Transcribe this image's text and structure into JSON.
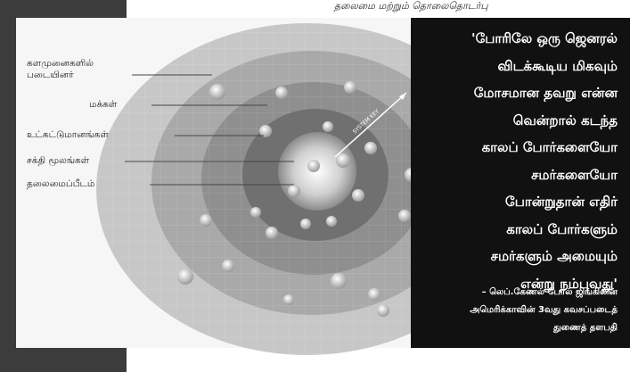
{
  "header": {
    "caption": "தலைமை மற்றும் தொலைதொடர்பு"
  },
  "diagram": {
    "labels": [
      {
        "key": "fielded_forces",
        "lines": [
          "களமுனைகளில்",
          "படையினர்"
        ]
      },
      {
        "key": "population",
        "lines": [
          "மக்கள்"
        ]
      },
      {
        "key": "infrastructure",
        "lines": [
          "உட்கட்டுமானங்கள்"
        ]
      },
      {
        "key": "system_essentials",
        "lines": [
          "சக்தி மூலங்கள்"
        ]
      },
      {
        "key": "leadership",
        "lines": [
          "தலைமைப்பீடம்"
        ]
      }
    ],
    "arrow_label": "SYSTEM KEY"
  },
  "quote": {
    "lines": [
      "'போரிலே ஒரு ஜெனரல்",
      "விடக்கூடிய மிகவும்",
      "மோசமான தவறு என்ன",
      "வென்றால் கடந்த",
      "காலப் போர்களையோ",
      "சமர்களையோ",
      "போன்றுதான் எதிர்",
      "காலப் போர்களும்",
      "சமர்களும் அமையும்",
      "என்று நம்புவது'"
    ],
    "attribution": [
      "– லெப்.கேணல் போல் ஜிங்கிலின்",
      "அமெரிக்காவின் 3வது கவசப்படைத்",
      "துணைத் தளபதி"
    ]
  }
}
